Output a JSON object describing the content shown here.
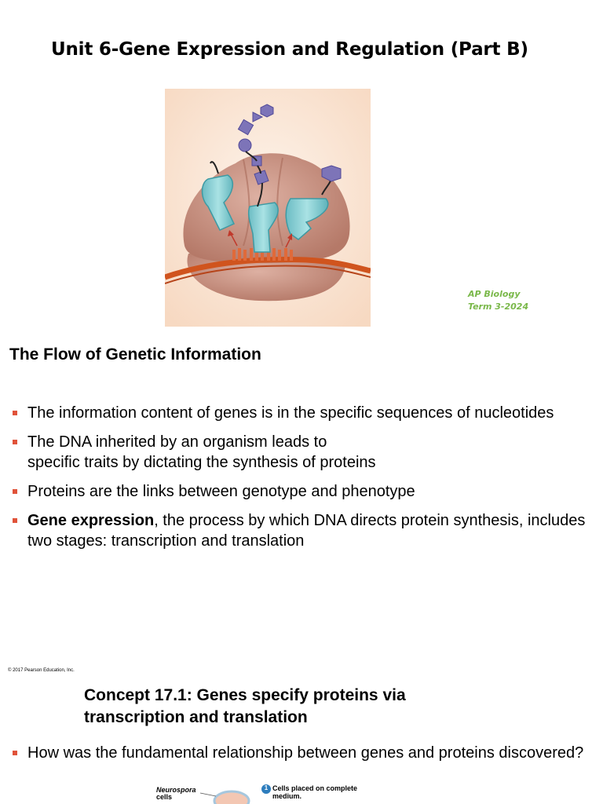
{
  "header": {
    "title": "Unit 6-Gene Expression and Regulation (Part B)"
  },
  "stamp": {
    "line1": "AP Biology",
    "line2": "Term 3-2024"
  },
  "section1": {
    "heading": "The Flow of Genetic Information",
    "bullets": [
      {
        "text": "The information content of genes is in the specific sequences of nucleotides"
      },
      {
        "line1": "The DNA inherited by an organism leads to",
        "line2": "specific traits by dictating the synthesis of proteins"
      },
      {
        "text": "Proteins are the links between genotype and phenotype"
      },
      {
        "bold": "Gene expression",
        "rest": ", the process by which DNA directs protein synthesis, includes two stages: transcription and translation"
      }
    ]
  },
  "copyright": "© 2017 Pearson Education, Inc.",
  "section2": {
    "heading_line1": "Concept 17.1: Genes specify proteins via",
    "heading_line2": "transcription and translation",
    "bullets": [
      {
        "text": "How was the fundamental relationship between genes and proteins discovered?"
      }
    ],
    "figure": {
      "label_italic": "Neurospora",
      "label_cells": "cells",
      "step_number": "1",
      "step_line1": "Cells placed on complete",
      "step_line2": "medium."
    }
  },
  "colors": {
    "bullet": "#e0533a",
    "stamp": "#7ab84a",
    "ribosome": "#c98e7f",
    "trna": "#86cfd4",
    "aminoacid": "#7d74b8",
    "mrna": "#d0541e"
  }
}
